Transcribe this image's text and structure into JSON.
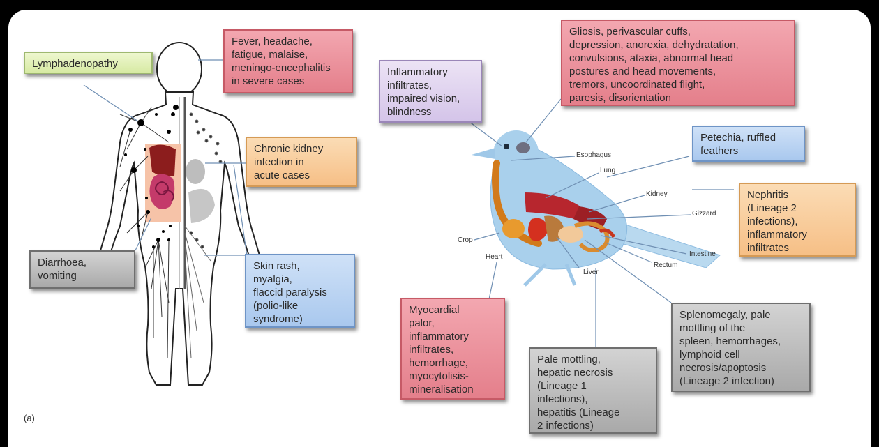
{
  "panel_label": "(a)",
  "human_boxes": {
    "lymph": "Lymphadenopathy",
    "fever": "Fever, headache,\nfatigue, malaise,\nmeningo-encephalitis\nin severe cases",
    "kidney": "Chronic kidney\ninfection in\nacute cases",
    "diarrhoea": "Diarrhoea,\nvomiting",
    "skin": "Skin rash,\nmyalgia,\nflaccid paralysis\n(polio-like\nsyndrome)"
  },
  "bird_boxes": {
    "inflam": "Inflammatory\ninfiltrates,\nimpaired vision,\nblindness",
    "gliosis": "Gliosis, perivascular cuffs,\ndepression, anorexia, dehydratation,\nconvulsions, ataxia, abnormal head\npostures and head movements,\ntremors, uncoordinated flight,\nparesis, disorientation",
    "petechia": "Petechia, ruffled\nfeathers",
    "nephritis": "Nephritis\n(Lineage 2\ninfections),\ninflammatory\ninfiltrates",
    "myocardial": "Myocardial\npalor,\ninflammatory\ninfiltrates,\nhemorrhage,\nmyocytolisis-\nmineralisation",
    "pale": "Pale mottling,\nhepatic necrosis\n(Lineage 1\ninfections),\nhepatitis (Lineage\n2 infections)",
    "spleno": "Splenomegaly, pale\nmottling of the\nspleen, hemorrhages,\nlymphoid cell\nnecrosis/apoptosis\n(Lineage 2 infection)"
  },
  "organ_labels": {
    "esophagus": "Esophagus",
    "lung": "Lung",
    "kidney": "Kidney",
    "gizzard": "Gizzard",
    "crop": "Crop",
    "heart": "Heart",
    "intestine": "Intestine",
    "rectum": "Rectum",
    "liver": "Liver"
  },
  "colors": {
    "red_box": "#e47f8b",
    "green_box": "#d7eaa4",
    "orange_box": "#f6bf86",
    "blue_box": "#a9c8ee",
    "gray_box": "#a9a9a9",
    "purple_box": "#d4c4e9",
    "bird_body": "#a9d0ec",
    "connector": "#6f8fb3"
  }
}
